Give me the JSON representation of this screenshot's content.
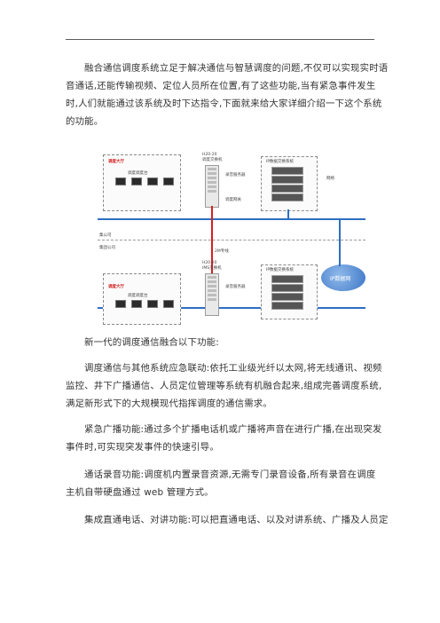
{
  "paragraphs": [
    {
      "id": "intro",
      "lines": [
        "融合通信调度系统立足于解决通信与智慧调度的问题,不仅可以实现实时语",
        "音通话,还能传输视频、定位人员所在位置,有了这些功能,当有紧急事件发生",
        "时,人们就能通过该系统及时下达指令,下面就来给大家详细介绍一下这个系统",
        "的功能。"
      ]
    },
    {
      "id": "heading",
      "lines": [
        "新一代的调度通信融合以下功能:"
      ]
    },
    {
      "id": "feature-1",
      "lines": [
        "调度通信与其他系统应急联动:依托工业级光纤以太网,将无线通讯、视频",
        "监控、井下广播通信、人员定位管理等系统有机融合起来,组成完善调度系统,",
        "满足新形式下的大规模现代指挥调度的通信需求。"
      ]
    },
    {
      "id": "feature-2",
      "lines": [
        "紧急广播功能:通过多个扩播电话机或广播将声音在进行广播,在出现突发",
        "事件时,可实现突发事件的快速引导。"
      ]
    },
    {
      "id": "feature-3",
      "lines": [
        "通话录音功能:调度机内置录音资源,无需专门录音设备,所有录音在调度",
        "主机自带硬盘通过 web 管理方式。"
      ]
    },
    {
      "id": "feature-4",
      "lines": [
        "集成直通电话、对讲功能:可以把直通电话、以及对讲系统、广播及人员定"
      ]
    }
  ],
  "diagram": {
    "top_room_label": "调度大厅",
    "bottom_room_label": "调度大厅",
    "company_label": "集公司",
    "branch_label": "集团公司",
    "top_device_label": "H20-20\n调度交换机",
    "bottom_device_label": "H20-20\nIMS交换机",
    "link_label": "2M专线",
    "ip_switch_top": "IP数据交换系统",
    "ip_switch_bottom": "IP数据交换系统",
    "cloud_label": "IP数据网",
    "console_top": "调度调度台",
    "console_bottom": "调度调度台",
    "recorder_label": "录音服务器",
    "recorder_label_2": "录音服务器",
    "network_label": "网络",
    "gateway_label": "调度网关"
  }
}
